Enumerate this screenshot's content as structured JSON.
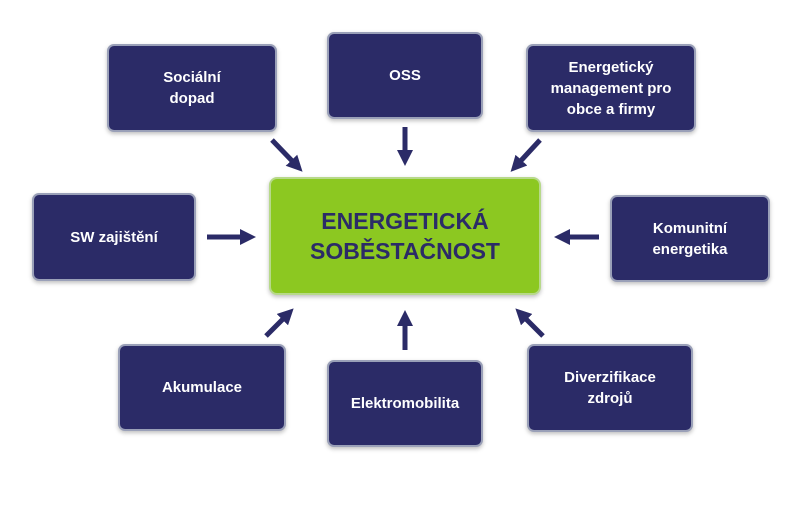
{
  "diagram": {
    "center": {
      "label": "ENERGETICKÁ\nSOBĚSTAČNOST"
    },
    "nodes": {
      "social_impact": {
        "label": "Sociální\ndopad"
      },
      "oss": {
        "label": "OSS"
      },
      "energy_management": {
        "label": "Energetický\nmanagement pro\nobce a firmy"
      },
      "sw_assurance": {
        "label": "SW zajištění"
      },
      "community_energy": {
        "label": "Komunitní\nenergetika"
      },
      "accumulation": {
        "label": "Akumulace"
      },
      "electromobility": {
        "label": "Elektromobilita"
      },
      "source_diversification": {
        "label": "Diverzifikace\nzdrojů"
      }
    }
  },
  "colors": {
    "node_fill": "#2b2b67",
    "center_fill": "#8cc821",
    "center_text": "#2b2b67",
    "arrow": "#2b2b67"
  }
}
